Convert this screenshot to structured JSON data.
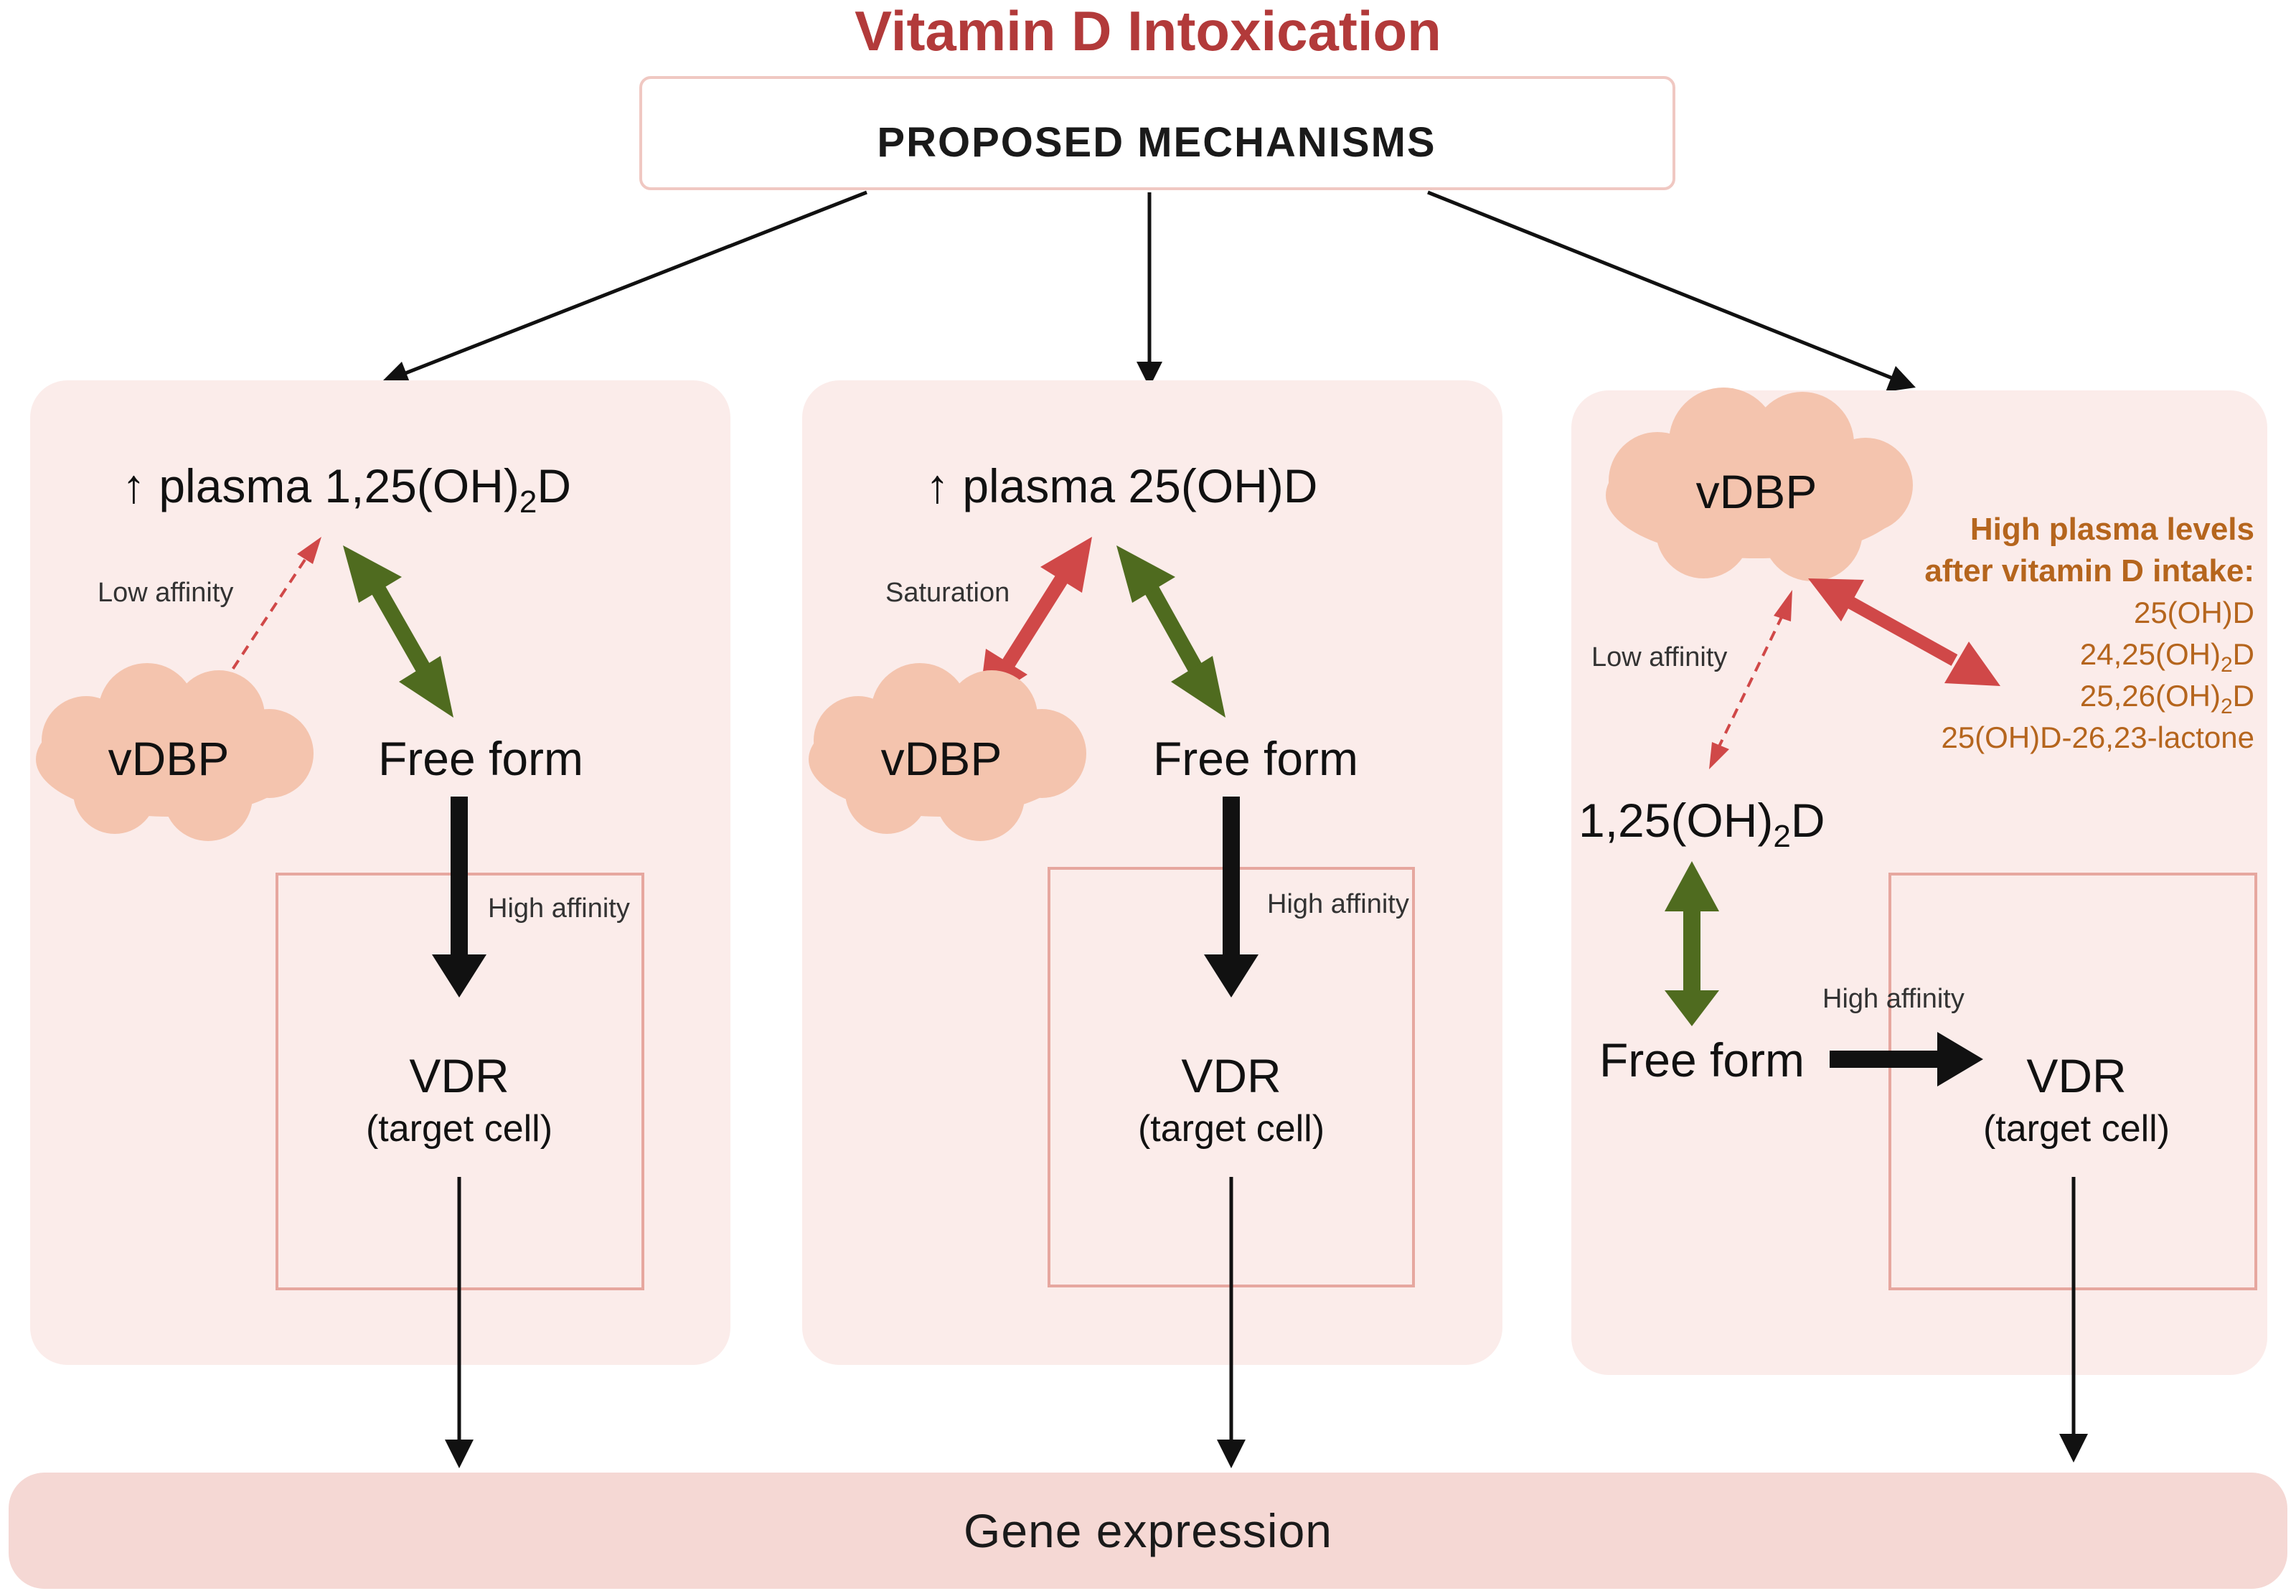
{
  "title": "Vitamin D Intoxication",
  "subtitle": "PROPOSED MECHANISMS",
  "gene_expression": "Gene expression",
  "colors": {
    "title": "#b23a3a",
    "panel": "#fbecea",
    "cloud": "#f4c4ae",
    "green_arrow": "#4f6b1f",
    "red_arrow": "#d04848",
    "orange_text": "#b5651d",
    "target_box": "#e6a79f"
  },
  "panel1": {
    "plasma_prefix": "↑ plasma 1,25(OH)",
    "plasma_sub": "2",
    "plasma_suffix": "D",
    "low_affinity": "Low affinity",
    "vdbp": "vDBP",
    "free_form": "Free form",
    "high_affinity": "High affinity",
    "vdr": "VDR",
    "target_cell": "(target cell)"
  },
  "panel2": {
    "plasma": "↑ plasma 25(OH)D",
    "saturation": "Saturation",
    "vdbp": "vDBP",
    "free_form": "Free form",
    "high_affinity": "High affinity",
    "vdr": "VDR",
    "target_cell": "(target cell)"
  },
  "panel3": {
    "vdbp": "vDBP",
    "high_levels_line1": "High plasma levels",
    "high_levels_line2": "after vitamin D intake:",
    "metabolites": [
      {
        "prefix": "25(OH)D",
        "sub": "",
        "suffix": ""
      },
      {
        "prefix": "24,25(OH)",
        "sub": "2",
        "suffix": "D"
      },
      {
        "prefix": "25,26(OH)",
        "sub": "2",
        "suffix": "D"
      },
      {
        "prefix": "25(OH)D-26,23-lactone",
        "sub": "",
        "suffix": ""
      }
    ],
    "low_affinity": "Low affinity",
    "calcitriol_prefix": "1,25(OH)",
    "calcitriol_sub": "2",
    "calcitriol_suffix": "D",
    "free_form": "Free form",
    "high_affinity": "High affinity",
    "vdr": "VDR",
    "target_cell": "(target cell)"
  }
}
